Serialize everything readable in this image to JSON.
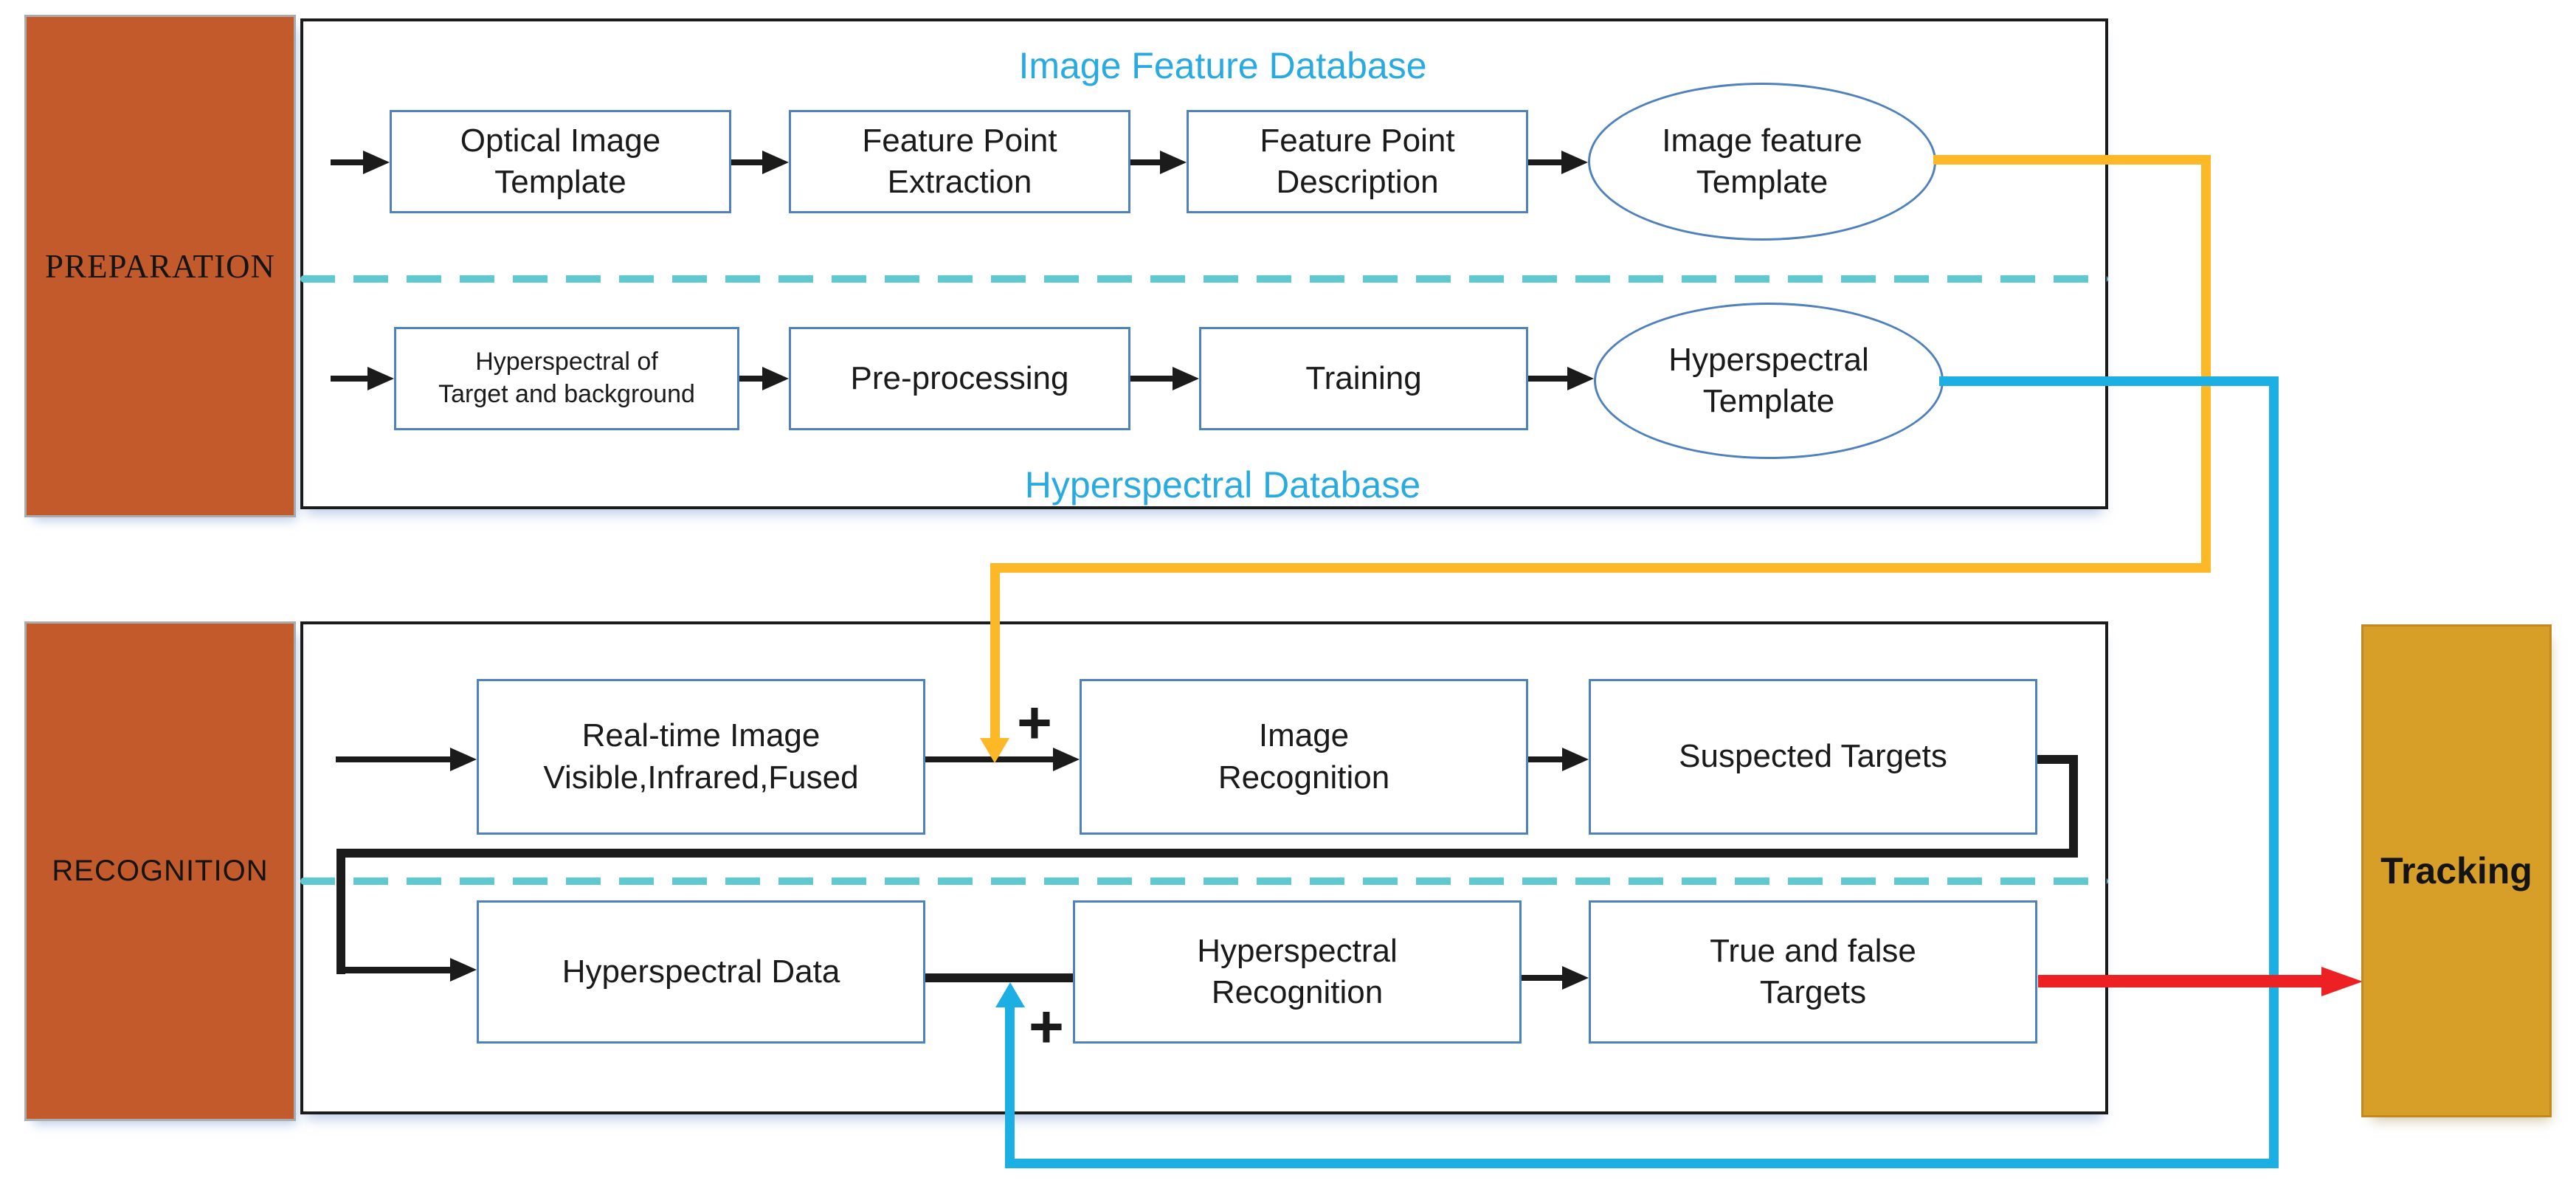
{
  "colors": {
    "sidebar_fill": "#C25A2C",
    "sidebar_border": "#ABABAB",
    "outer_border": "#1B1B1B",
    "node_border": "#4F81BD",
    "dashed_teal": "#5FC9D2",
    "cyan_title": "#29ABE2",
    "orange_connector": "#FDB827",
    "blue_connector": "#1CAFE3",
    "red_arrow": "#ED2024",
    "tracking_fill": "#D89F28",
    "ink": "#1A1A1A"
  },
  "preparation": {
    "sidebar_label": "PREPARATION",
    "db_title_top": "Image Feature Database",
    "db_title_bottom": "Hyperspectral Database",
    "nodes": {
      "optical": "Optical Image\nTemplate",
      "fpe": "Feature Point\nExtraction",
      "fpd": "Feature Point\nDescription",
      "image_template": "Image feature\nTemplate",
      "hyper_src": "Hyperspectral of\nTarget and background",
      "preprocess": "Pre-processing",
      "training": "Training",
      "hyper_template": "Hyperspectral\nTemplate"
    }
  },
  "recognition": {
    "sidebar_label": "RECOGNITION",
    "plus_top": "+",
    "plus_bottom": "+",
    "nodes": {
      "realtime": "Real-time Image\nVisible,Infrared,Fused",
      "image_recognition": "Image\nRecognition",
      "suspected": "Suspected Targets",
      "hyper_data": "Hyperspectral Data",
      "hyper_recognition": "Hyperspectral\nRecognition",
      "true_false": "True and false\nTargets"
    }
  },
  "tracking": {
    "label": "Tracking"
  }
}
